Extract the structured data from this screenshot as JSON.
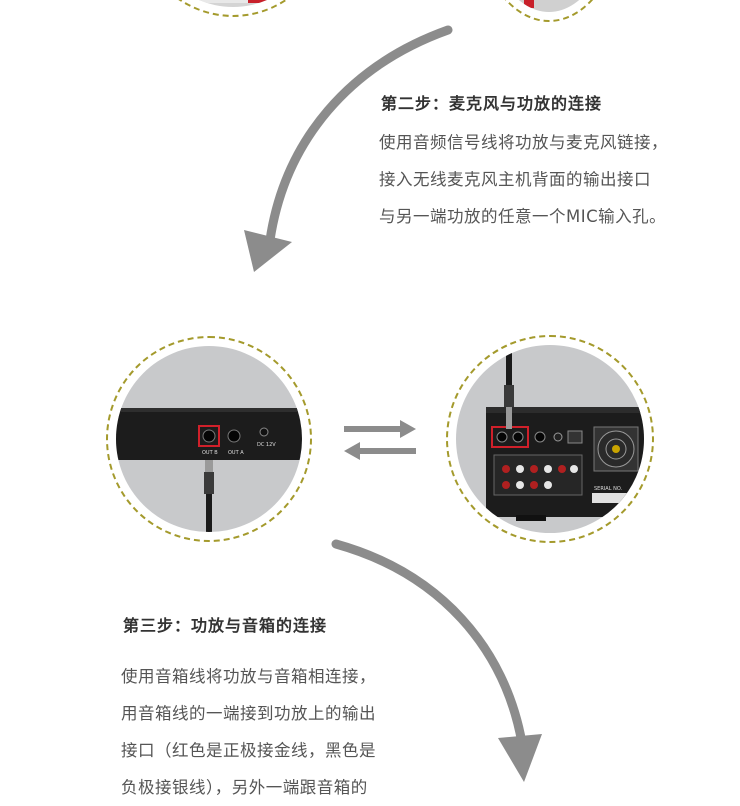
{
  "step2": {
    "title": "第二步：麦克风与功放的连接",
    "lines": [
      "使用音频信号线将功放与麦克风链接，",
      "接入无线麦克风主机背面的输出接口",
      "与另一端功放的任意一个MIC输入孔。"
    ]
  },
  "step3": {
    "title": "第三步：功放与音箱的连接",
    "lines": [
      "使用音箱线将功放与音箱相连接，",
      "用音箱线的一端接到功放上的输出",
      "接口（红色是正极接金线，黑色是",
      "负极接银线），另外一端跟音箱的"
    ]
  },
  "device_labels": {
    "mic_out_b": "OUT B",
    "mic_out_a": "OUT A",
    "mic_dc": "DC 12V",
    "amp_serial": "SERIAL NO."
  },
  "colors": {
    "dashed_border": "#a49a2c",
    "arrow_gray": "#8c8c8c",
    "highlight_red": "#d0202a",
    "device_black": "#1c1c1c"
  },
  "icons": {
    "curve_arrow_top": "curved-arrow-down-left-icon",
    "curve_arrow_bottom": "curved-arrow-down-right-icon",
    "exchange_arrows": "bidirectional-arrows-icon"
  }
}
